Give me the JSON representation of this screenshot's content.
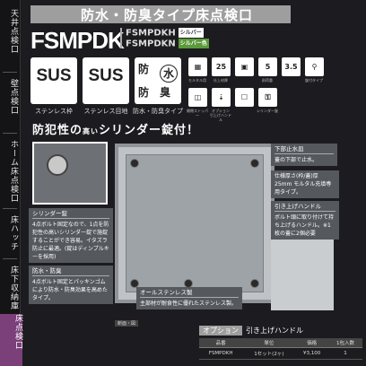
{
  "side_tabs": [
    {
      "label": "天井点検口",
      "active": false
    },
    {
      "label": "壁点検口",
      "active": false
    },
    {
      "label": "ホーム床点検口",
      "active": false
    },
    {
      "label": "床ハッチ",
      "active": false
    },
    {
      "label": "床下収納庫",
      "active": false
    },
    {
      "label": "床点検口",
      "active": true
    }
  ],
  "header": {
    "title": "防水・防臭タイプ床点検口",
    "model": "FSMPDK",
    "sub_models": [
      "FSMPDKH",
      "FSMPDKN"
    ],
    "sub_badges": [
      "シルバー",
      "シルバー色"
    ]
  },
  "badges": {
    "sus1": {
      "text": "SUS",
      "caption": "ステンレス枠"
    },
    "sus2": {
      "text": "SUS",
      "caption": "ステンレス目地"
    },
    "water": {
      "chars": [
        "防",
        "水",
        "防",
        "臭"
      ],
      "caption": "防水・防臭タイプ"
    }
  },
  "small_icons": [
    {
      "glyph": "▦",
      "caption": "モルタル用"
    },
    {
      "glyph": "25",
      "caption": "仕上材厚"
    },
    {
      "glyph": "▣",
      "caption": ""
    },
    {
      "glyph": "5",
      "caption": "耐荷重"
    },
    {
      "glyph": "3.5",
      "caption": ""
    },
    {
      "glyph": "⚲",
      "caption": "錠付タイプ"
    },
    {
      "glyph": "◫",
      "caption": "開閉ストッパー"
    },
    {
      "glyph": "⇣",
      "caption": "オプション 引上げハンドル"
    },
    {
      "glyph": "☐",
      "caption": ""
    },
    {
      "glyph": "⚿",
      "caption": "シリンダー錠"
    }
  ],
  "slogan": {
    "part1": "防犯性の",
    "small": "高い",
    "part2": "シリンダー錠付！"
  },
  "callouts": {
    "cylinder": {
      "head": "シリンダー錠",
      "body": "4点ボルト固定なので、1点を防犯性の高いシリンダー錠で施錠することができ容易。イタズラ防止に最適。(錠はディンプルキーを採用)"
    },
    "waterproof": {
      "head": "防水・防臭",
      "body": "4点ボルト固定とパッキンゴムにより防水・防臭効果を高めたタイプ。"
    },
    "lower_frame": {
      "head": "下部止水皿",
      "body": "蓋の下部で止水。"
    },
    "thickness": {
      "head": "",
      "body": "仕様厚さ(枠/蓋)厚 25mm モルタル充填専用タイプ。"
    },
    "handle": {
      "head": "引き上げハンドル",
      "body": "ボルト頭に取り付けて持ち上げるハンドル。※1枚の蓋に2個必要"
    },
    "stainless": {
      "head": "オールステンレス製",
      "body": "主部材が耐食性に優れたステンレス製。"
    }
  },
  "footnote": "断面・図",
  "option": {
    "tag": "オプション",
    "title": "引き上げハンドル",
    "columns": [
      "品番",
      "単位",
      "価格",
      "1包入数"
    ],
    "rows": [
      [
        "FSMPDKH",
        "1セット(2ヶ)",
        "¥3,100",
        "1"
      ]
    ]
  }
}
